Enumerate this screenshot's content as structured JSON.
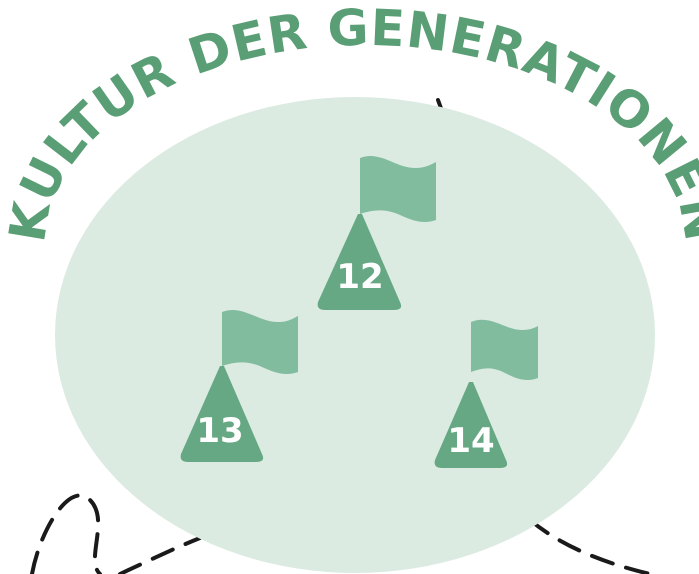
{
  "title": "KULTUR DER GENERATIONEN",
  "colors": {
    "title": "#5a9e75",
    "oval": "#dcebe2",
    "flag": "#82bc9e",
    "cone": "#66a884",
    "number": "#ffffff",
    "dashes": "#1a1a1a"
  },
  "flags": [
    {
      "id": "12",
      "label": "12"
    },
    {
      "id": "13",
      "label": "13"
    },
    {
      "id": "14",
      "label": "14"
    }
  ]
}
